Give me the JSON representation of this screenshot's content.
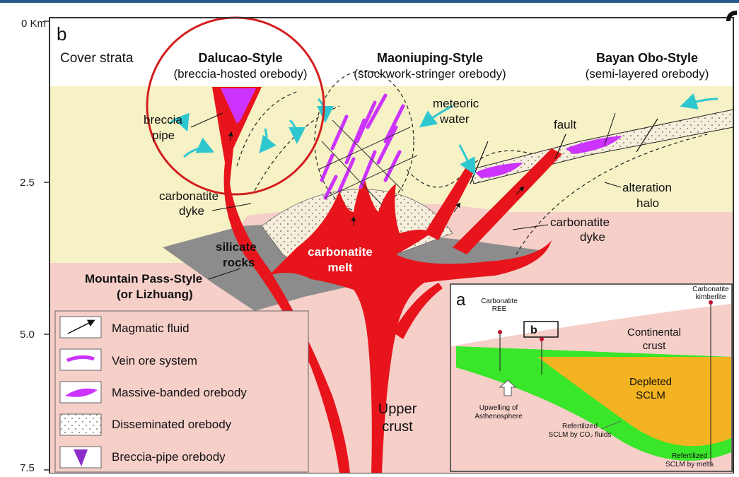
{
  "panel_b_letter": "b",
  "axis": {
    "ticks": [
      "0 Km",
      "2.5",
      "5.0",
      "7.5"
    ]
  },
  "styles": {
    "dalucao": {
      "title": "Dalucao-Style",
      "subtitle": "(breccia-hosted orebody)"
    },
    "maoniuping": {
      "title": "Maoniuping-Style",
      "subtitle": "(stockwork-stringer orebody)"
    },
    "bayan": {
      "title": "Bayan Obo-Style",
      "subtitle": "(semi-layered orebody)"
    },
    "mountain_pass": {
      "title": "Mountain Pass-Style",
      "subtitle": "(or Lizhuang)"
    }
  },
  "labels": {
    "cover_strata": "Cover strata",
    "breccia_pipe": [
      "breccia",
      "pipe"
    ],
    "meteoric_water": [
      "meteoric",
      "water"
    ],
    "fault": "fault",
    "carbonatite_dyke_left": [
      "carbonatite",
      "dyke"
    ],
    "carbonatite_dyke_right": [
      "carbonatite",
      "dyke"
    ],
    "alteration_halo": [
      "alteration",
      "halo"
    ],
    "silicate_rocks": [
      "silicate",
      "rocks"
    ],
    "carbonatite_melt": [
      "carbonatite",
      "melt"
    ],
    "upper_crust": [
      "Upper",
      "crust"
    ]
  },
  "legend": [
    {
      "symbol": "arrow",
      "label": "Magmatic fluid"
    },
    {
      "symbol": "vein",
      "label": "Vein ore system"
    },
    {
      "symbol": "massive",
      "label": "Massive-banded orebody"
    },
    {
      "symbol": "dots",
      "label": "Disseminated orebody"
    },
    {
      "symbol": "pipe",
      "label": "Breccia-pipe orebody"
    }
  ],
  "inset": {
    "letter": "a",
    "box_letter": "b",
    "carbonatite_ree": [
      "Carbonatite",
      "REE"
    ],
    "carbonatite_kimberlite": [
      "Carbonatite",
      "kimberlite"
    ],
    "continental_crust": [
      "Continental",
      "crust"
    ],
    "depleted_sclm": [
      "Depleted",
      "SCLM"
    ],
    "upwelling": [
      "Upwelling of",
      "Asthenosphere"
    ],
    "refertilized_co2": [
      "Refertilized",
      "SCLM by CO₂ fluids"
    ],
    "refertilized_melts": [
      "Refertilized",
      "SCLM by melts"
    ]
  },
  "colors": {
    "cover": "#f6f2c6",
    "crust": "#f6cfc9",
    "melt": "#e8141b",
    "ore": "#cc33ff",
    "silicate": "#8c8c8c",
    "water": "#2fc7cf",
    "inset_green": "#39e62a",
    "inset_orange": "#f4b320"
  }
}
